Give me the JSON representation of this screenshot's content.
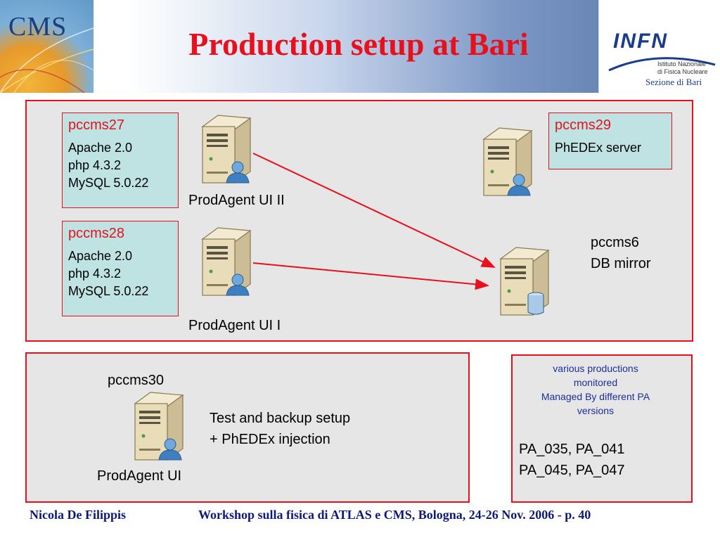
{
  "header": {
    "title": "Production setup at Bari",
    "cms_logo_text": "CMS",
    "infn_logo": {
      "word": "INFN",
      "line1": "Istituto Nazionale",
      "line2": "di Fisica Nucleare",
      "line3": "Sezione di Bari"
    }
  },
  "top_panel": {
    "machines": [
      {
        "host": "pccms27",
        "software": [
          "Apache 2.0",
          "php 4.3.2",
          "MySQL 5.0.22"
        ]
      },
      {
        "host": "pccms28",
        "software": [
          "Apache 2.0",
          "php 4.3.2",
          "MySQL 5.0.22"
        ]
      },
      {
        "host": "pccms29",
        "software": [
          "PhEDEx server"
        ]
      }
    ],
    "labels": {
      "ui2": "ProdAgent UI II",
      "ui1": "ProdAgent UI I",
      "db_host": "pccms6",
      "db_role": "DB mirror"
    }
  },
  "bottom_left": {
    "host": "pccms30",
    "desc_line1": "Test and backup setup",
    "desc_line2": "+ PhEDEx injection",
    "ui_label": "ProdAgent UI"
  },
  "bottom_right": {
    "note_lines": [
      "various productions",
      "monitored",
      "Managed By different PA",
      "versions"
    ],
    "versions_line1": "PA_035, PA_041",
    "versions_line2": "PA_045, PA_047"
  },
  "footer": {
    "author": "Nicola De Filippis",
    "event": "Workshop sulla fisica di ATLAS e CMS, Bologna, 24-26 Nov. 2006 - p. 40"
  },
  "colors": {
    "accent_red": "#e8101c",
    "box_fill": "#bfe3e3",
    "panel_fill": "#e6e6e6",
    "note_blue": "#1a2f9c",
    "footer_blue": "#0d1a7a"
  }
}
